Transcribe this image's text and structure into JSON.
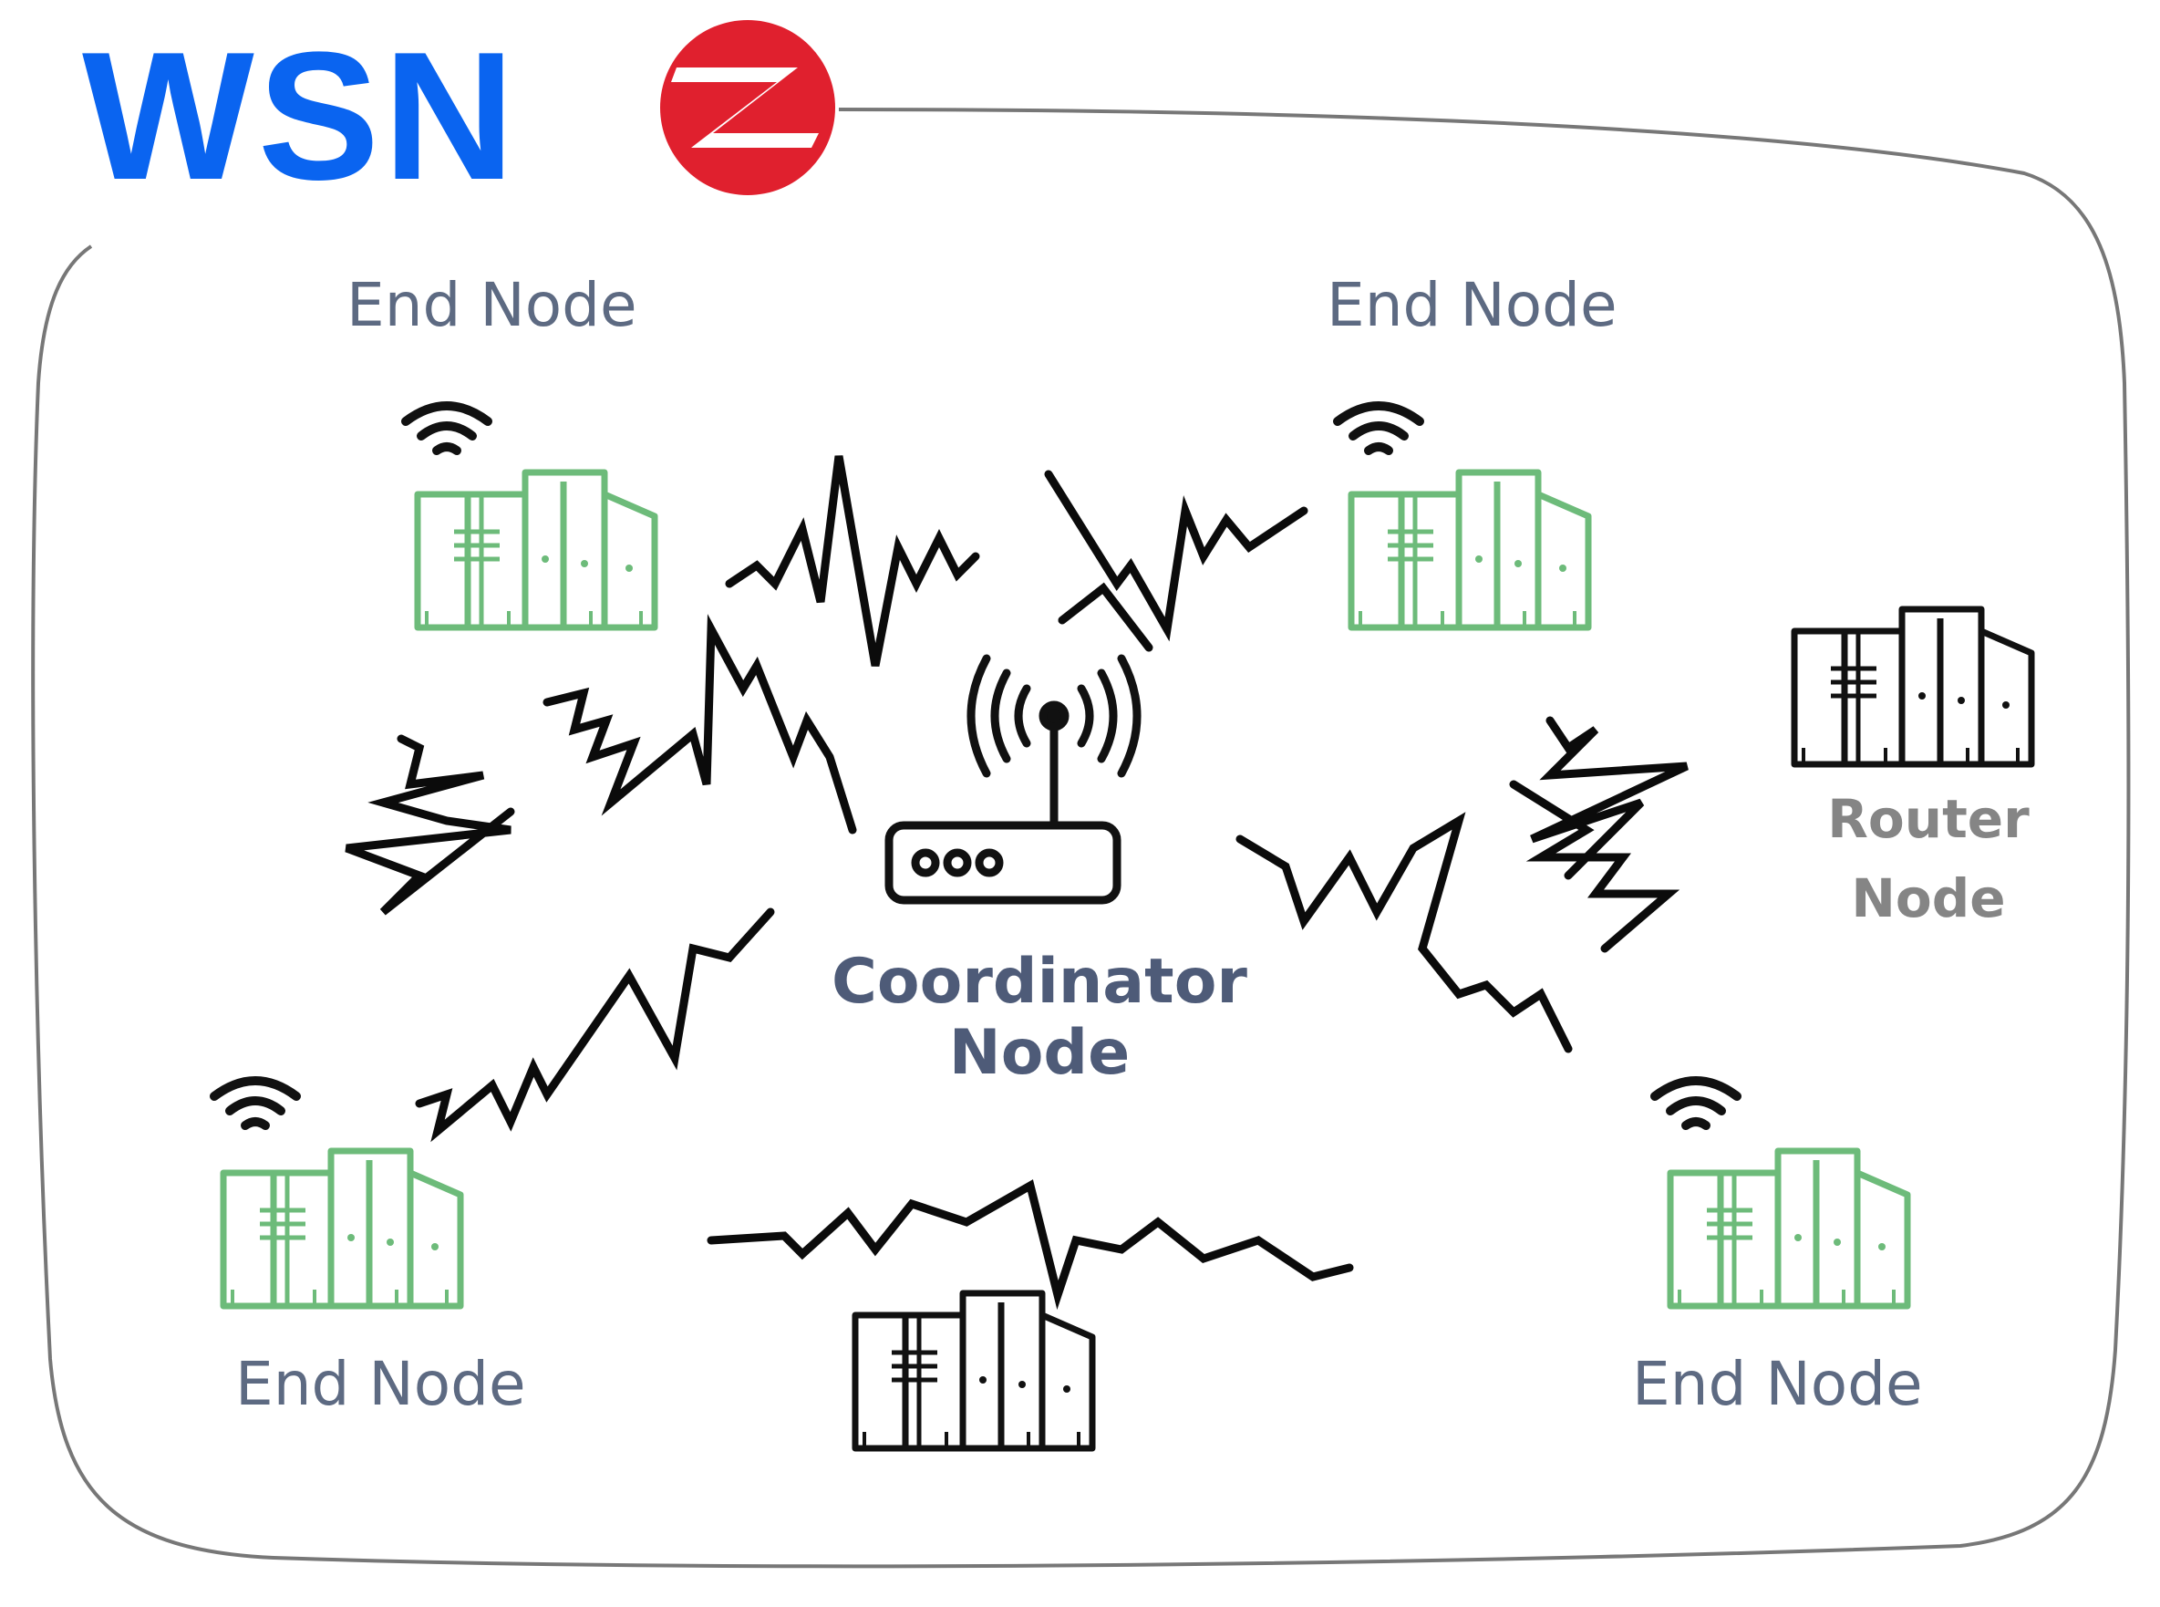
{
  "title": "WSN",
  "logo": {
    "name": "zigbee-logo-icon",
    "color": "#e0202e"
  },
  "colors": {
    "title": "#0a64f0",
    "end_device": "#6dbb7a",
    "router_device": "#111111",
    "label": "#5d6a82",
    "router_label": "#858585"
  },
  "nodes": {
    "end_top_left": {
      "label": "End Node"
    },
    "end_top_right": {
      "label": "End Node"
    },
    "end_bottom_left": {
      "label": "End Node"
    },
    "end_bottom_right": {
      "label": "End Node"
    },
    "router": {
      "line1": "Router",
      "line2": "Node"
    },
    "coordinator": {
      "line1": "Coordinator",
      "line2": "Node"
    }
  }
}
